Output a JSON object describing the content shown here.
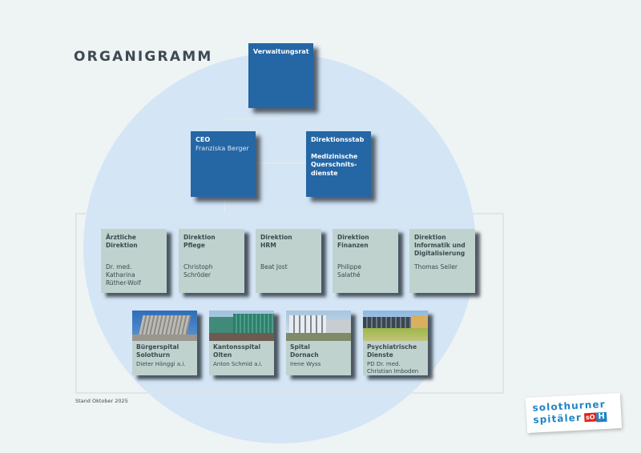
{
  "title": "ORGANIGRAMM",
  "top": {
    "verwaltungsrat": {
      "label": "Verwaltungsrat"
    },
    "ceo": {
      "label": "CEO",
      "name": "Franziska Berger"
    },
    "direktionsstab": {
      "label": "Direktionsstab",
      "sub": "Medizinische Querschnits-dienste",
      "sub_lines": [
        "Medizinische",
        "Querschnits-",
        "dienste"
      ]
    }
  },
  "direktionen": [
    {
      "title_lines": [
        "Ärztliche",
        "Direktion"
      ],
      "name_lines": [
        "Dr. med.",
        "Katharina",
        "Rüther-Wolf"
      ]
    },
    {
      "title_lines": [
        "Direktion",
        "Pflege"
      ],
      "name_lines": [
        "Christoph",
        "Schröder"
      ]
    },
    {
      "title_lines": [
        "Direktion",
        "HRM"
      ],
      "name_lines": [
        "Beat Jost"
      ]
    },
    {
      "title_lines": [
        "Direktion",
        "Finanzen"
      ],
      "name_lines": [
        "Philippe",
        "Salathé"
      ]
    },
    {
      "title_lines": [
        "Direktion",
        "Informatik und",
        "Digitalisierung"
      ],
      "name_lines": [
        "Thomas Seiler"
      ]
    }
  ],
  "spitaeler": [
    {
      "title_lines": [
        "Bürgerspital",
        "Solothurn"
      ],
      "name_lines": [
        "Dieter Hänggi a.i."
      ],
      "image": "building-photo-buergerspital"
    },
    {
      "title_lines": [
        "Kantonsspital",
        "Olten"
      ],
      "name_lines": [
        "Anton Schmid a.i."
      ],
      "image": "building-photo-kantonsspital-olten"
    },
    {
      "title_lines": [
        "Spital",
        "Dornach"
      ],
      "name_lines": [
        "Irene Wyss"
      ],
      "image": "building-photo-spital-dornach"
    },
    {
      "title_lines": [
        "Psychiatrische",
        "Dienste"
      ],
      "name_lines": [
        "PD Dr. med.",
        "Christian Imboden"
      ],
      "image": "building-photo-psychiatrische-dienste"
    }
  ],
  "footer": {
    "stand": "Stand Oktober 2025"
  },
  "logo": {
    "line1": "solothurner",
    "line2": "spitäler",
    "badge_so": "sO",
    "badge_h": "H"
  },
  "colors": {
    "background": "#eef3f4",
    "circle": "#d4e5f5",
    "blue_box": "#2566a5",
    "grey_box": "#bfd2ce",
    "logo_blue": "#1f84c6",
    "logo_red": "#e2231a"
  }
}
